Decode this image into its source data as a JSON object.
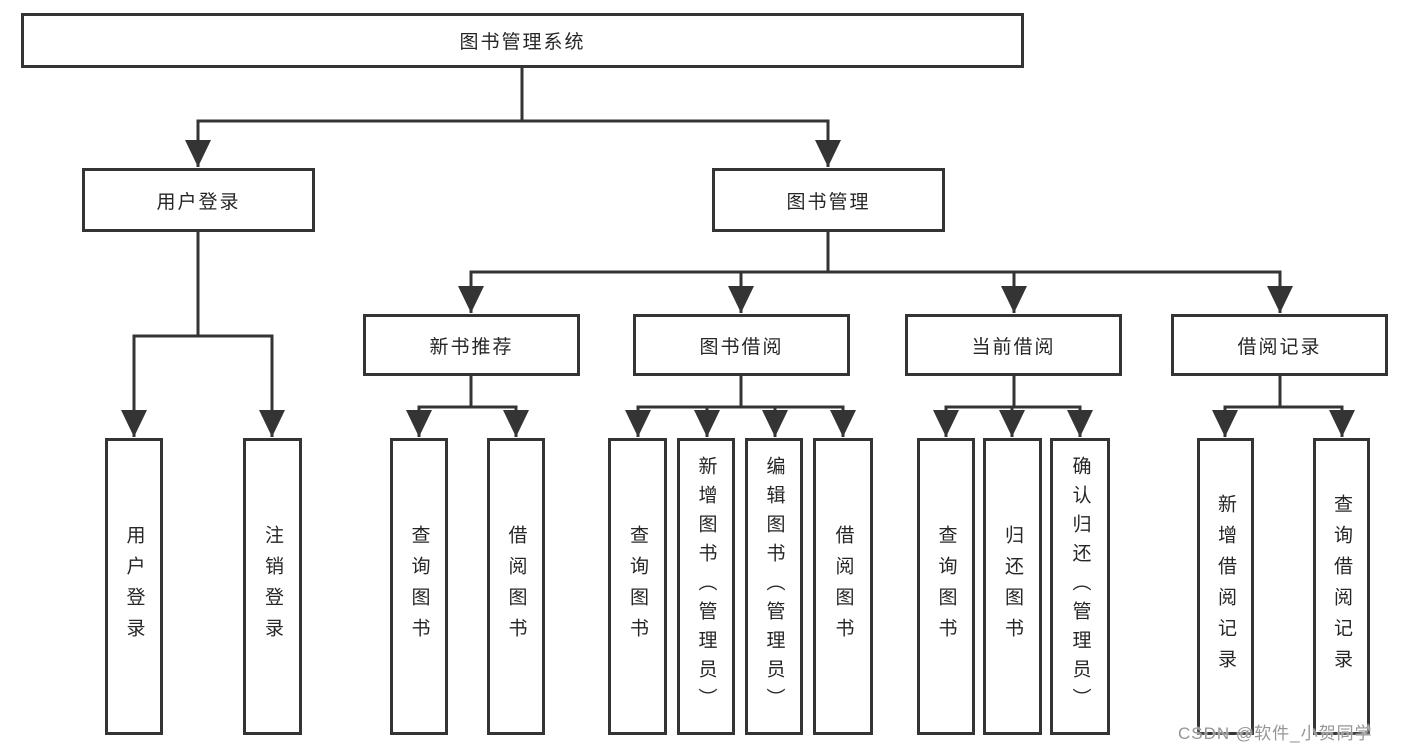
{
  "tree": {
    "label": "图书管理系统",
    "children": [
      {
        "label": "用户登录",
        "children": [
          {
            "label": "用户登录"
          },
          {
            "label": "注销登录"
          }
        ]
      },
      {
        "label": "图书管理",
        "children": [
          {
            "label": "新书推荐",
            "children": [
              {
                "label": "查询图书"
              },
              {
                "label": "借阅图书"
              }
            ]
          },
          {
            "label": "图书借阅",
            "children": [
              {
                "label": "查询图书"
              },
              {
                "label": "新增图书（管理员）"
              },
              {
                "label": "编辑图书（管理员）"
              },
              {
                "label": "借阅图书"
              }
            ]
          },
          {
            "label": "当前借阅",
            "children": [
              {
                "label": "查询图书"
              },
              {
                "label": "归还图书"
              },
              {
                "label": "确认归还（管理员）"
              }
            ]
          },
          {
            "label": "借阅记录",
            "children": [
              {
                "label": "新增借阅记录"
              },
              {
                "label": "查询借阅记录"
              }
            ]
          }
        ]
      }
    ]
  },
  "watermark": {
    "text": "CSDN @软件_小贺同学"
  },
  "colors": {
    "line": "#343434",
    "box_border": "#343434",
    "text": "#262626",
    "watermark": "#969696",
    "background": "#ffffff"
  }
}
